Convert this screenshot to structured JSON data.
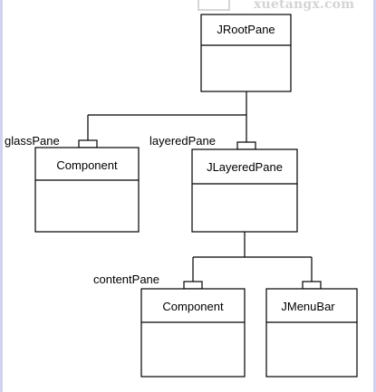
{
  "watermark": {
    "text": "xuetangx.com"
  },
  "nodes": {
    "root": {
      "label": "JRootPane"
    },
    "glass": {
      "label": "Component"
    },
    "layered": {
      "label": "JLayeredPane"
    },
    "content": {
      "label": "Component"
    },
    "menubar": {
      "label": "JMenuBar"
    }
  },
  "roles": {
    "glassPane": "glassPane",
    "layeredPane": "layeredPane",
    "contentPane": "contentPane"
  }
}
